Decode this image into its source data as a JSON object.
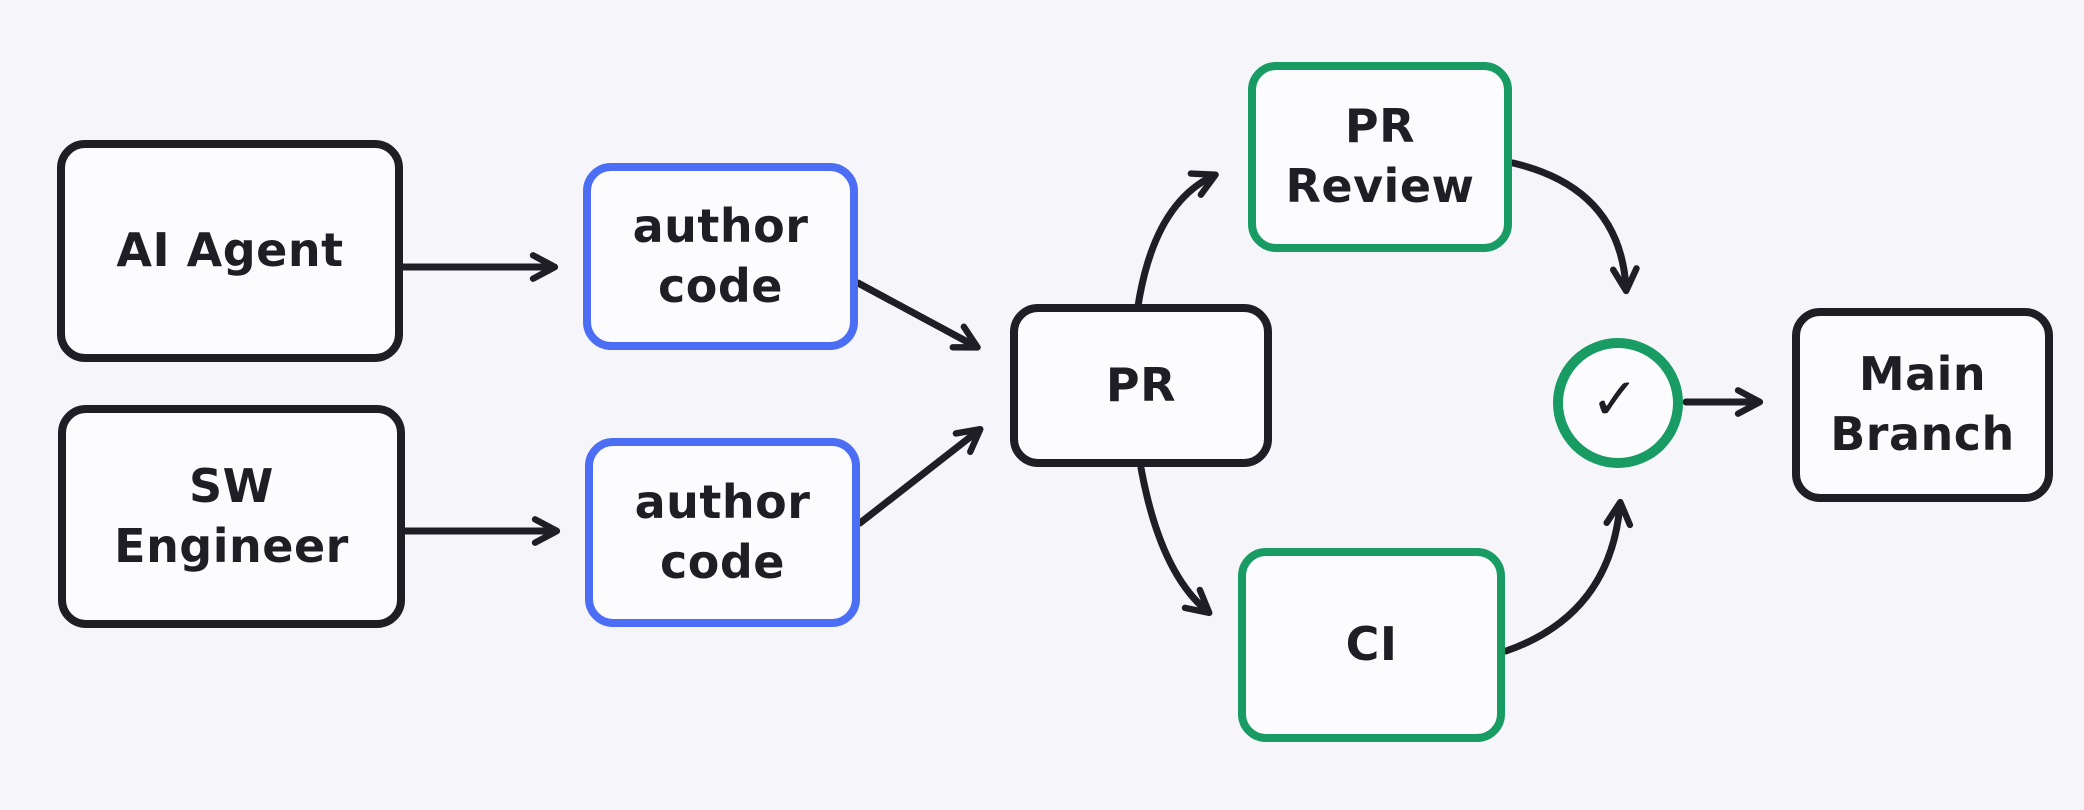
{
  "colors": {
    "bg": "#f6f6fa",
    "box_fill": "#fcfcfe",
    "ink": "#1e1e24",
    "accent_blue": "#4c6ef5",
    "accent_green": "#189c64"
  },
  "nodes": {
    "ai_agent": {
      "label": "AI Agent"
    },
    "sw_engineer": {
      "label": "SW\nEngineer"
    },
    "author_code_top": {
      "label": "author\ncode"
    },
    "author_code_bottom": {
      "label": "author\ncode"
    },
    "pr": {
      "label": "PR"
    },
    "pr_review": {
      "label": "PR\nReview"
    },
    "ci": {
      "label": "CI"
    },
    "check": {
      "symbol": "✓"
    },
    "main_branch": {
      "label": "Main\nBranch"
    }
  },
  "arrows": [
    {
      "from": "ai_agent",
      "to": "author_code_top"
    },
    {
      "from": "sw_engineer",
      "to": "author_code_bottom"
    },
    {
      "from": "author_code_top",
      "to": "pr"
    },
    {
      "from": "author_code_bottom",
      "to": "pr"
    },
    {
      "from": "pr",
      "to": "pr_review"
    },
    {
      "from": "pr_review",
      "to": "check"
    },
    {
      "from": "pr",
      "to": "ci"
    },
    {
      "from": "ci",
      "to": "check"
    },
    {
      "from": "check",
      "to": "main_branch"
    }
  ]
}
